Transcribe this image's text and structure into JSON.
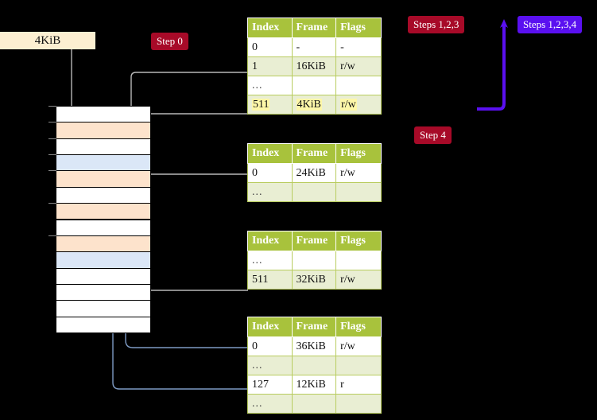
{
  "diagram": {
    "title_labels": {
      "step0": "Step 0",
      "step4": "Step 4",
      "steps123": "Steps 1,2,3",
      "steps1234": "Steps 1,2,3,4"
    },
    "memory_block_label": "4KiB",
    "colors": {
      "badge_red": "#a70a28",
      "badge_blue": "#5a10f0",
      "table_header": "#a8c23c",
      "table_alt_row": "#e9eed3",
      "highlight": "#fdf7a8",
      "mem_orange": "#fde3cc",
      "mem_blue": "#dbe7f7",
      "block_cream": "#fcefd1",
      "wire_gray": "#b0b0b0",
      "wire_blue": "#7e9bc4",
      "arrow_violet": "#5a10f0"
    }
  },
  "tables": [
    {
      "id": "pml4",
      "headers": [
        "Index",
        "Frame",
        "Flags"
      ],
      "rows": [
        {
          "style": "plain",
          "cells": [
            "0",
            "-",
            "-"
          ],
          "highlight": [
            false,
            false,
            false
          ]
        },
        {
          "style": "alt",
          "cells": [
            "1",
            "16KiB",
            "r/w"
          ],
          "highlight": [
            false,
            false,
            false
          ]
        },
        {
          "style": "plain",
          "cells": [
            "...",
            "",
            ""
          ],
          "highlight": [
            false,
            false,
            false
          ]
        },
        {
          "style": "alt",
          "cells": [
            "511",
            "4KiB",
            "r/w"
          ],
          "highlight": [
            true,
            true,
            true
          ]
        }
      ]
    },
    {
      "id": "pdpt",
      "headers": [
        "Index",
        "Frame",
        "Flags"
      ],
      "rows": [
        {
          "style": "plain",
          "cells": [
            "0",
            "24KiB",
            "r/w"
          ],
          "highlight": [
            false,
            false,
            false
          ]
        },
        {
          "style": "alt",
          "cells": [
            "...",
            "",
            ""
          ],
          "highlight": [
            false,
            false,
            false
          ]
        }
      ]
    },
    {
      "id": "pd",
      "headers": [
        "Index",
        "Frame",
        "Flags"
      ],
      "rows": [
        {
          "style": "plain",
          "cells": [
            "...",
            "",
            ""
          ],
          "highlight": [
            false,
            false,
            false
          ]
        },
        {
          "style": "alt",
          "cells": [
            "511",
            "32KiB",
            "r/w"
          ],
          "highlight": [
            false,
            false,
            false
          ]
        }
      ]
    },
    {
      "id": "pt",
      "headers": [
        "Index",
        "Frame",
        "Flags"
      ],
      "rows": [
        {
          "style": "plain",
          "cells": [
            "0",
            "36KiB",
            "r/w"
          ],
          "highlight": [
            false,
            false,
            false
          ]
        },
        {
          "style": "alt",
          "cells": [
            "...",
            "",
            ""
          ],
          "highlight": [
            false,
            false,
            false
          ]
        },
        {
          "style": "plain",
          "cells": [
            "127",
            "12KiB",
            "r"
          ],
          "highlight": [
            false,
            false,
            false
          ]
        },
        {
          "style": "alt",
          "cells": [
            "...",
            "",
            ""
          ],
          "highlight": [
            false,
            false,
            false
          ]
        }
      ]
    }
  ],
  "memory_column": {
    "rows": [
      {
        "fill": "white"
      },
      {
        "fill": "orange"
      },
      {
        "fill": "white"
      },
      {
        "fill": "blue"
      },
      {
        "fill": "orange"
      },
      {
        "fill": "white"
      },
      {
        "fill": "orange"
      },
      {
        "fill": "white"
      },
      {
        "fill": "orange"
      },
      {
        "fill": "blue"
      },
      {
        "fill": "white"
      },
      {
        "fill": "white"
      },
      {
        "fill": "white"
      },
      {
        "fill": "white"
      }
    ]
  }
}
